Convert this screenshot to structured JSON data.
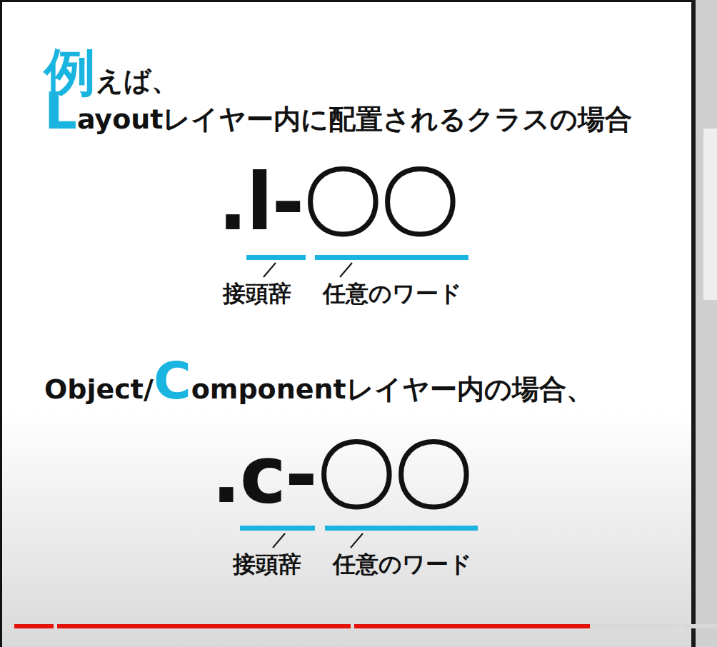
{
  "diagram": {
    "labels": [
      "例えば、",
      "Layoutレイヤー内に配置されるクラスの場合",
      ".l-〇〇",
      "接頭辞",
      "任意のワード",
      "Object/",
      "Componentレイヤー内の場合、",
      ".c-〇〇",
      "接頭辞",
      "任意のワード"
    ]
  }
}
